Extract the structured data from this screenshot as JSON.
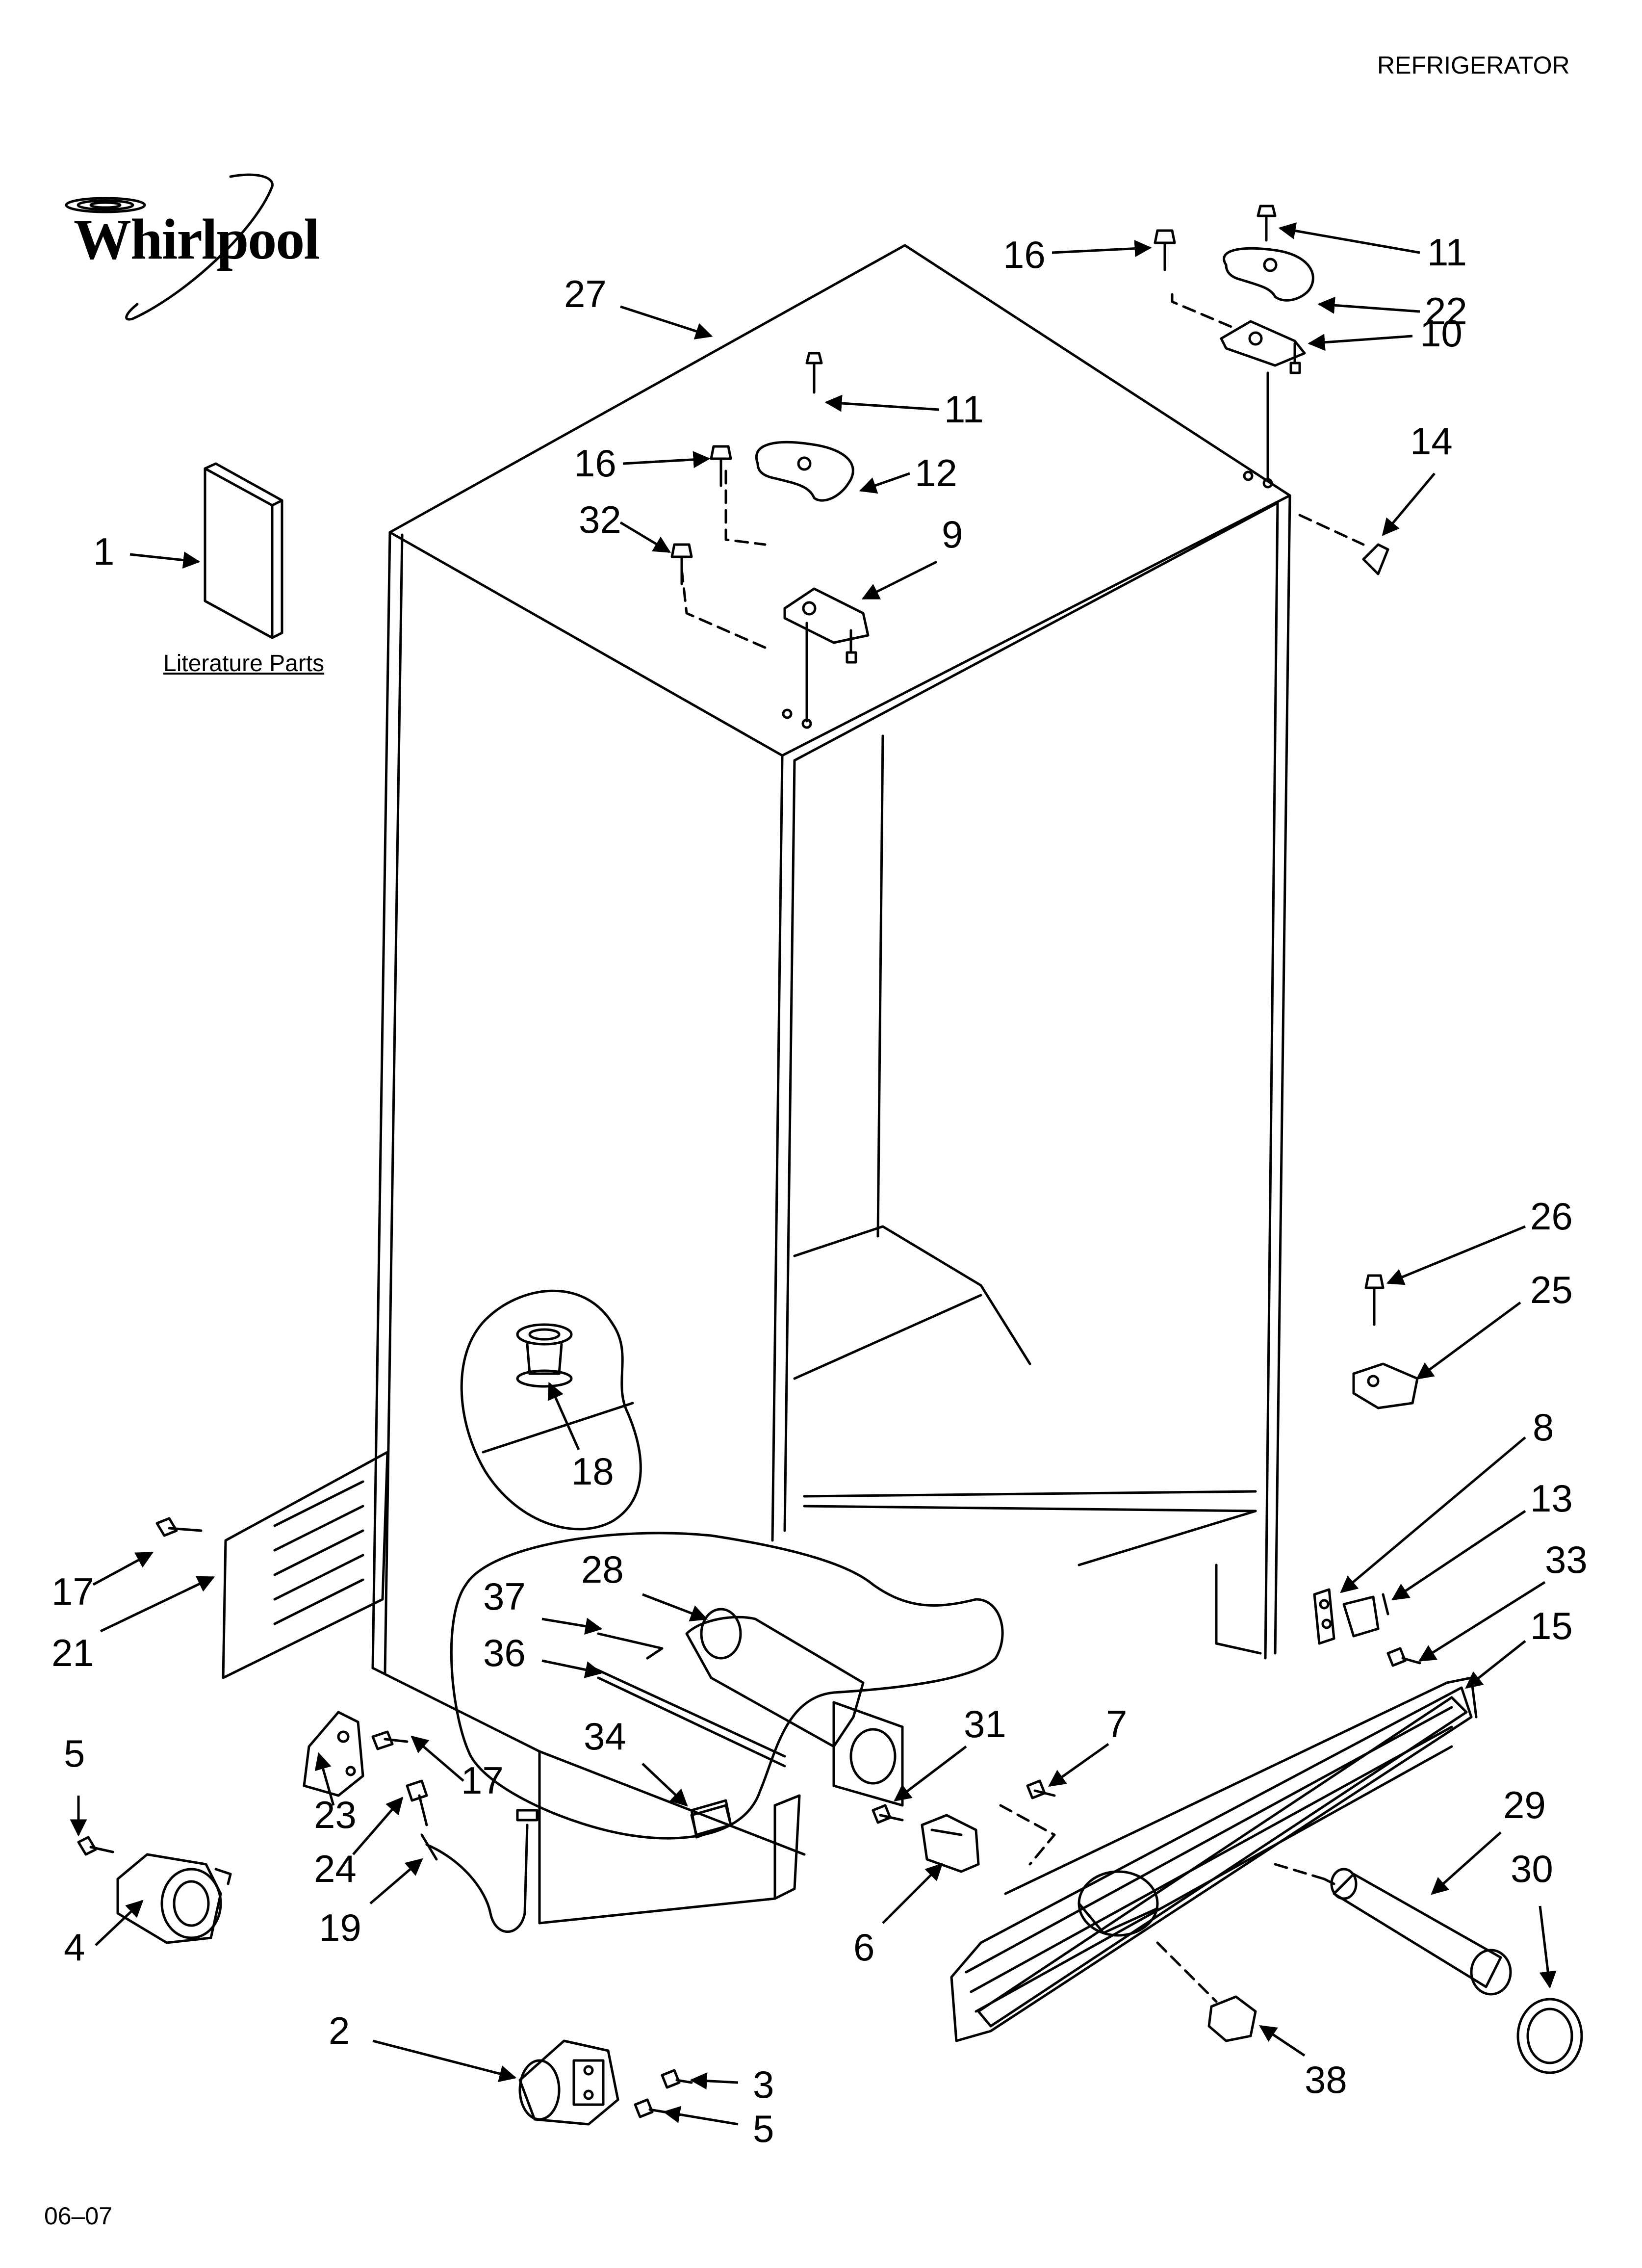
{
  "header": {
    "title": "REFRIGERATOR"
  },
  "brand": {
    "logo_text": "Whirlpool"
  },
  "footer": {
    "code": "06–07"
  },
  "literature": {
    "label": "Literature Parts"
  },
  "callouts": {
    "c1": "1",
    "c2": "2",
    "c3": "3",
    "c4": "4",
    "c5a": "5",
    "c5b": "5",
    "c6": "6",
    "c7": "7",
    "c8": "8",
    "c9": "9",
    "c10": "10",
    "c11a": "11",
    "c11b": "11",
    "c12": "12",
    "c13": "13",
    "c14": "14",
    "c15": "15",
    "c16a": "16",
    "c16b": "16",
    "c17a": "17",
    "c17b": "17",
    "c18": "18",
    "c19": "19",
    "c21": "21",
    "c22": "22",
    "c23": "23",
    "c24": "24",
    "c25": "25",
    "c26": "26",
    "c27": "27",
    "c28": "28",
    "c29": "29",
    "c30": "30",
    "c31": "31",
    "c32": "32",
    "c33": "33",
    "c34": "34",
    "c36": "36",
    "c37": "37",
    "c38": "38"
  }
}
